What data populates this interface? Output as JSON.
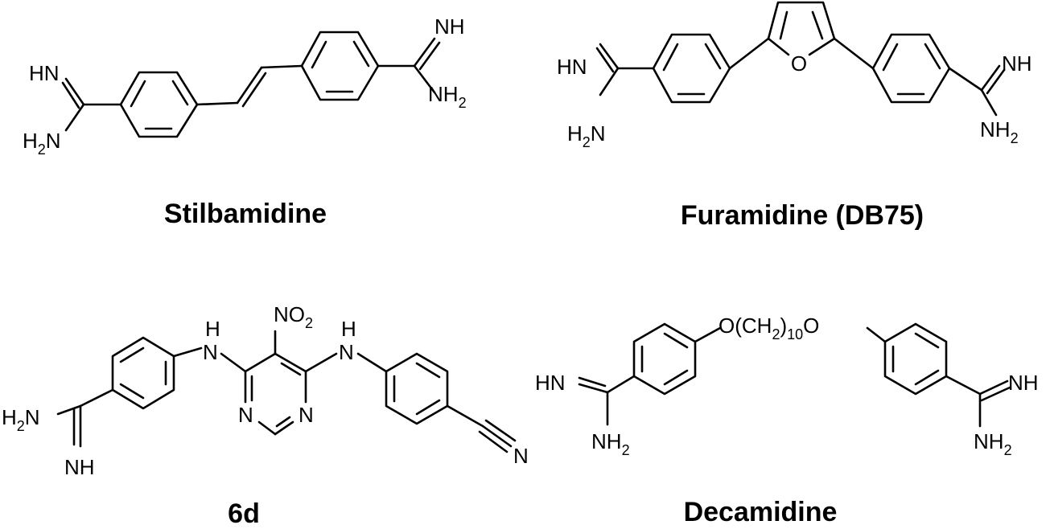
{
  "compounds": [
    {
      "name": "Stilbamidine",
      "atoms": {
        "imine_left": "HN",
        "amine_left": "H2N",
        "imine_right": "NH",
        "amine_right": "NH2"
      }
    },
    {
      "name": "Furamidine (DB75)",
      "atoms": {
        "imine_left": "HN",
        "amine_left": "H2N",
        "ring_oxygen": "O",
        "imine_right": "NH",
        "amine_right": "NH2"
      }
    },
    {
      "name": "6d",
      "atoms": {
        "amine_left": "H2N",
        "imine_left": "NH",
        "linker_nh_left": "H",
        "linker_n_left": "N",
        "nitro": "NO2",
        "linker_nh_right": "H",
        "linker_n_right": "N",
        "ring_n_left": "N",
        "ring_n_right": "N",
        "nitrile_n": "N"
      }
    },
    {
      "name": "Decamidine",
      "atoms": {
        "imine_left": "HN",
        "amine_left": "NH2",
        "linker": "O(CH2)10O",
        "imine_right": "NH",
        "amine_right": "NH2"
      }
    }
  ]
}
